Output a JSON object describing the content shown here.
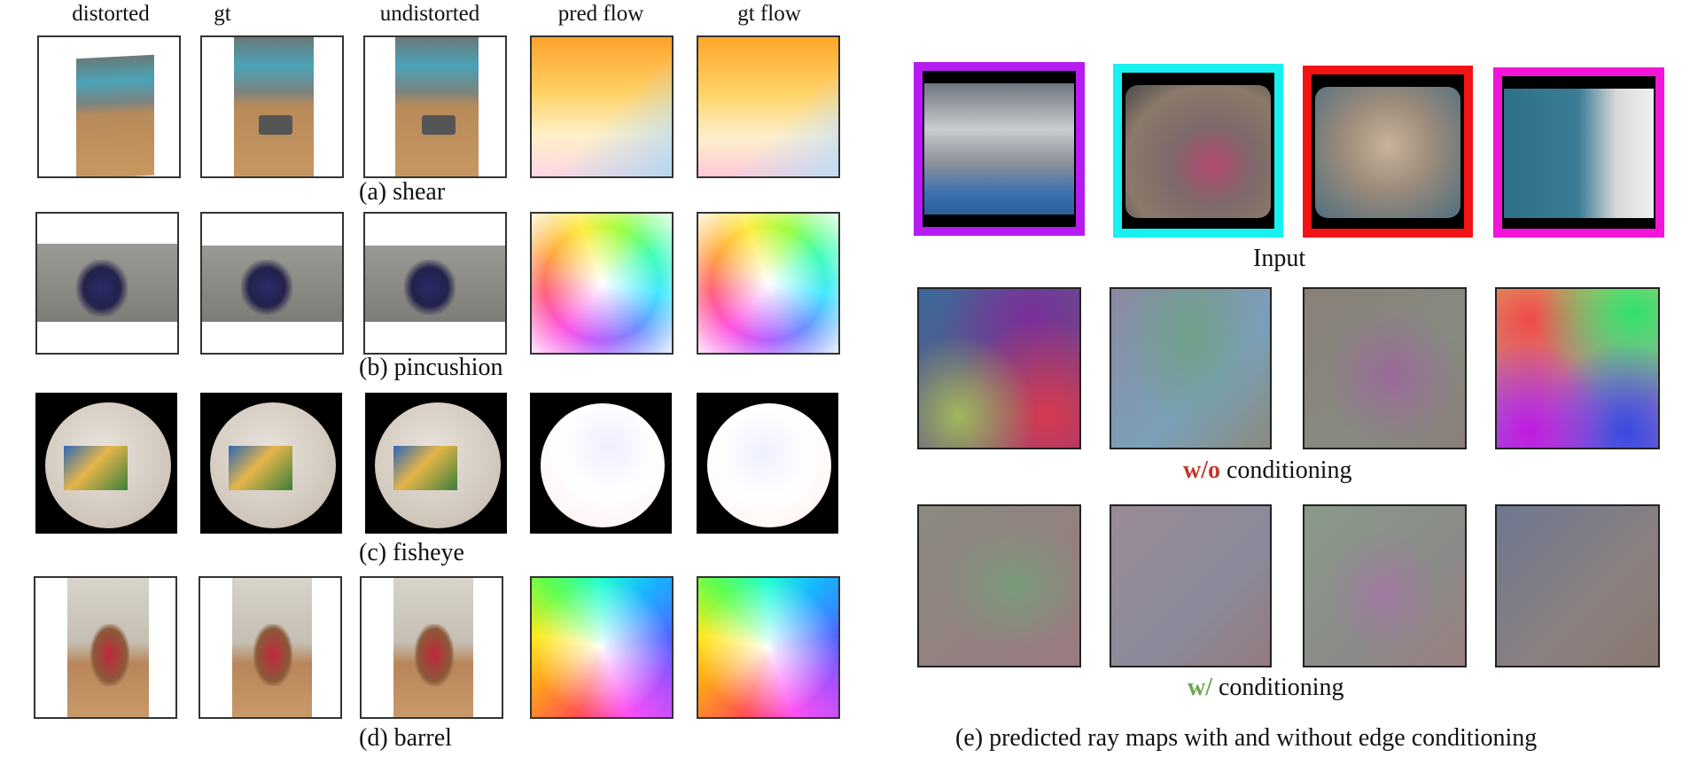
{
  "grid": {
    "headers": [
      "distorted",
      "gt",
      "undistorted",
      "pred flow",
      "gt flow"
    ],
    "row_captions": [
      "(a) shear",
      "(b) pincushion",
      "(c) fisheye",
      "(d) barrel"
    ]
  },
  "right_panel": {
    "input_label": "Input",
    "wo_prefix": "w/o",
    "wo_suffix": " conditioning",
    "w_prefix": "w/",
    "w_suffix": " conditioning",
    "caption": "(e) predicted ray maps with and without edge conditioning",
    "frame_colors": [
      "#b61cf2",
      "#19f0f0",
      "#f21414",
      "#f214d8"
    ],
    "wo_color": "#c0392b",
    "w_color": "#6aa84f"
  }
}
